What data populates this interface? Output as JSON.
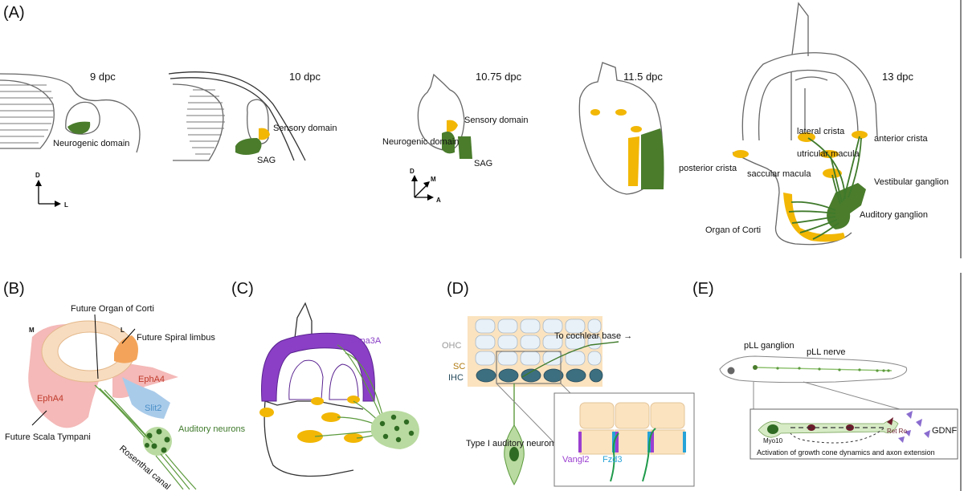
{
  "panels": {
    "A": {
      "letter": "(A)",
      "stages": [
        "9 dpc",
        "10 dpc",
        "10.75 dpc",
        "11.5 dpc",
        "13 dpc"
      ],
      "labels": {
        "neurogenic_9": "Neurogenic domain",
        "sensory_10": "Sensory domain",
        "sag_10": "SAG",
        "sensory_1075": "Sensory domain",
        "neurogenic_1075": "Neurogenic domain",
        "sag_1075": "SAG",
        "lateral_crista": "lateral crista",
        "anterior_crista": "anterior crista",
        "utricular_macula": "utricular macula",
        "posterior_crista": "posterior crista",
        "saccular_macula": "saccular macula",
        "vestibular_ganglion": "Vestibular ganglion",
        "auditory_ganglion": "Auditory ganglion",
        "organ_of_corti": "Organ of Corti"
      },
      "axes_9dpc": {
        "d": "D",
        "l": "L"
      },
      "axes_1075dpc": {
        "d": "D",
        "m": "M",
        "a": "A"
      }
    },
    "B": {
      "letter": "(B)",
      "labels": {
        "m": "M",
        "l": "L",
        "future_organ_of_corti": "Future Organ of Corti",
        "future_spiral_limbus": "Future Spiral limbus",
        "epha4_right": "EphA4",
        "epha4_left": "EphA4",
        "slit2": "Slit2",
        "auditory_neurons": "Auditory neurons",
        "future_scala_tympani": "Future Scala Tympani",
        "rosenthal_canal": "Rosenthal canal"
      }
    },
    "C": {
      "letter": "(C)",
      "labels": {
        "sema3a": "Sema3A"
      }
    },
    "D": {
      "letter": "(D)",
      "labels": {
        "to_cochlear_base": "To cochlear base →",
        "ohc": "OHC",
        "sc": "SC",
        "ihc": "IHC",
        "type1_neuron": "Type I auditory neuron",
        "vangl2": "Vangl2",
        "fzd3": "Fzd3"
      }
    },
    "E": {
      "letter": "(E)",
      "labels": {
        "pll_ganglion": "pLL ganglion",
        "pll_nerve": "pLL nerve",
        "myo10": "Myo10",
        "ret_ro": "Ret Ro",
        "gdnf": "GDNF",
        "caption": "Activation of growth cone dynamics and axon extension"
      }
    }
  },
  "colors": {
    "sensory_yellow": "#f2b705",
    "neuron_green": "#4a7c2c",
    "sema3a_purple": "#8a3fc6",
    "epha4_pink": "#f4b9b8",
    "slit2_blue": "#a9cbea",
    "limbus_orange": "#f3a45a",
    "cell_cream": "#fbe3bf",
    "ihc_teal": "#3c6f80",
    "vangl2_purple": "#9b3fd0",
    "fzd3_cyan": "#27a3d8"
  }
}
